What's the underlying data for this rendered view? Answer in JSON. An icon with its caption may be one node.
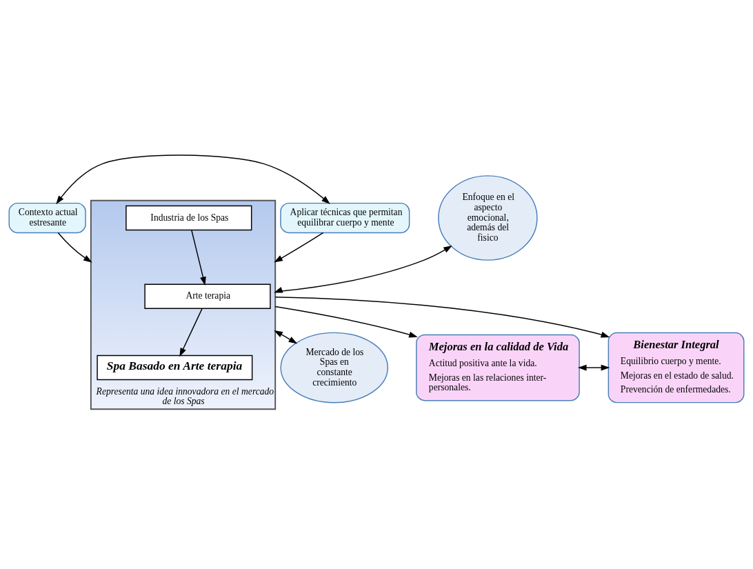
{
  "diagram": {
    "nodes": [
      {
        "text": [
          "Contexto actual estresante"
        ]
      },
      {
        "text": [
          "Aplicar técnicas que permitan equilibrar cuerpo y mente"
        ]
      },
      {
        "text": [
          "Representa una idea innovadora en el mercado de los Spas"
        ]
      },
      {
        "text": [
          "Industria de los Spas"
        ],
        "in": 2
      },
      {
        "text": [
          "Arte terapia"
        ],
        "in": 2
      },
      {
        "text": [
          "Spa Basado en Arte terapia"
        ],
        "in": 2
      },
      {
        "text": [
          "Enfoque en el aspecto emocional, además del fisico"
        ]
      },
      {
        "text": [
          "Mercado de los Spas en constante crecimiento"
        ]
      },
      {
        "text": [
          "Mejoras en la calidad de Vida",
          "Actitud positiva ante la vida.",
          "Mejoras en las relaciones inter- personales."
        ]
      },
      {
        "text": [
          "Bienestar Integral",
          "Equilibrio cuerpo y mente.",
          "Mejoras en el estado de salud.",
          "Prevención de enfermedades."
        ]
      }
    ],
    "edges": [
      {
        "from": 0,
        "to": 1,
        "arrow": "both"
      },
      {
        "from": 0,
        "to": 2,
        "arrow": "to"
      },
      {
        "from": 1,
        "to": 2,
        "arrow": "to"
      },
      {
        "from": 3,
        "to": 4,
        "arrow": "to"
      },
      {
        "from": 4,
        "to": 5,
        "arrow": "to"
      },
      {
        "from": 6,
        "to": 2,
        "arrow": "both"
      },
      {
        "from": 2,
        "to": 7,
        "arrow": "both"
      },
      {
        "from": 2,
        "to": 8,
        "arrow": "to"
      },
      {
        "from": 2,
        "to": 9,
        "arrow": "to"
      },
      {
        "from": 8,
        "to": 9,
        "arrow": "both"
      }
    ]
  }
}
